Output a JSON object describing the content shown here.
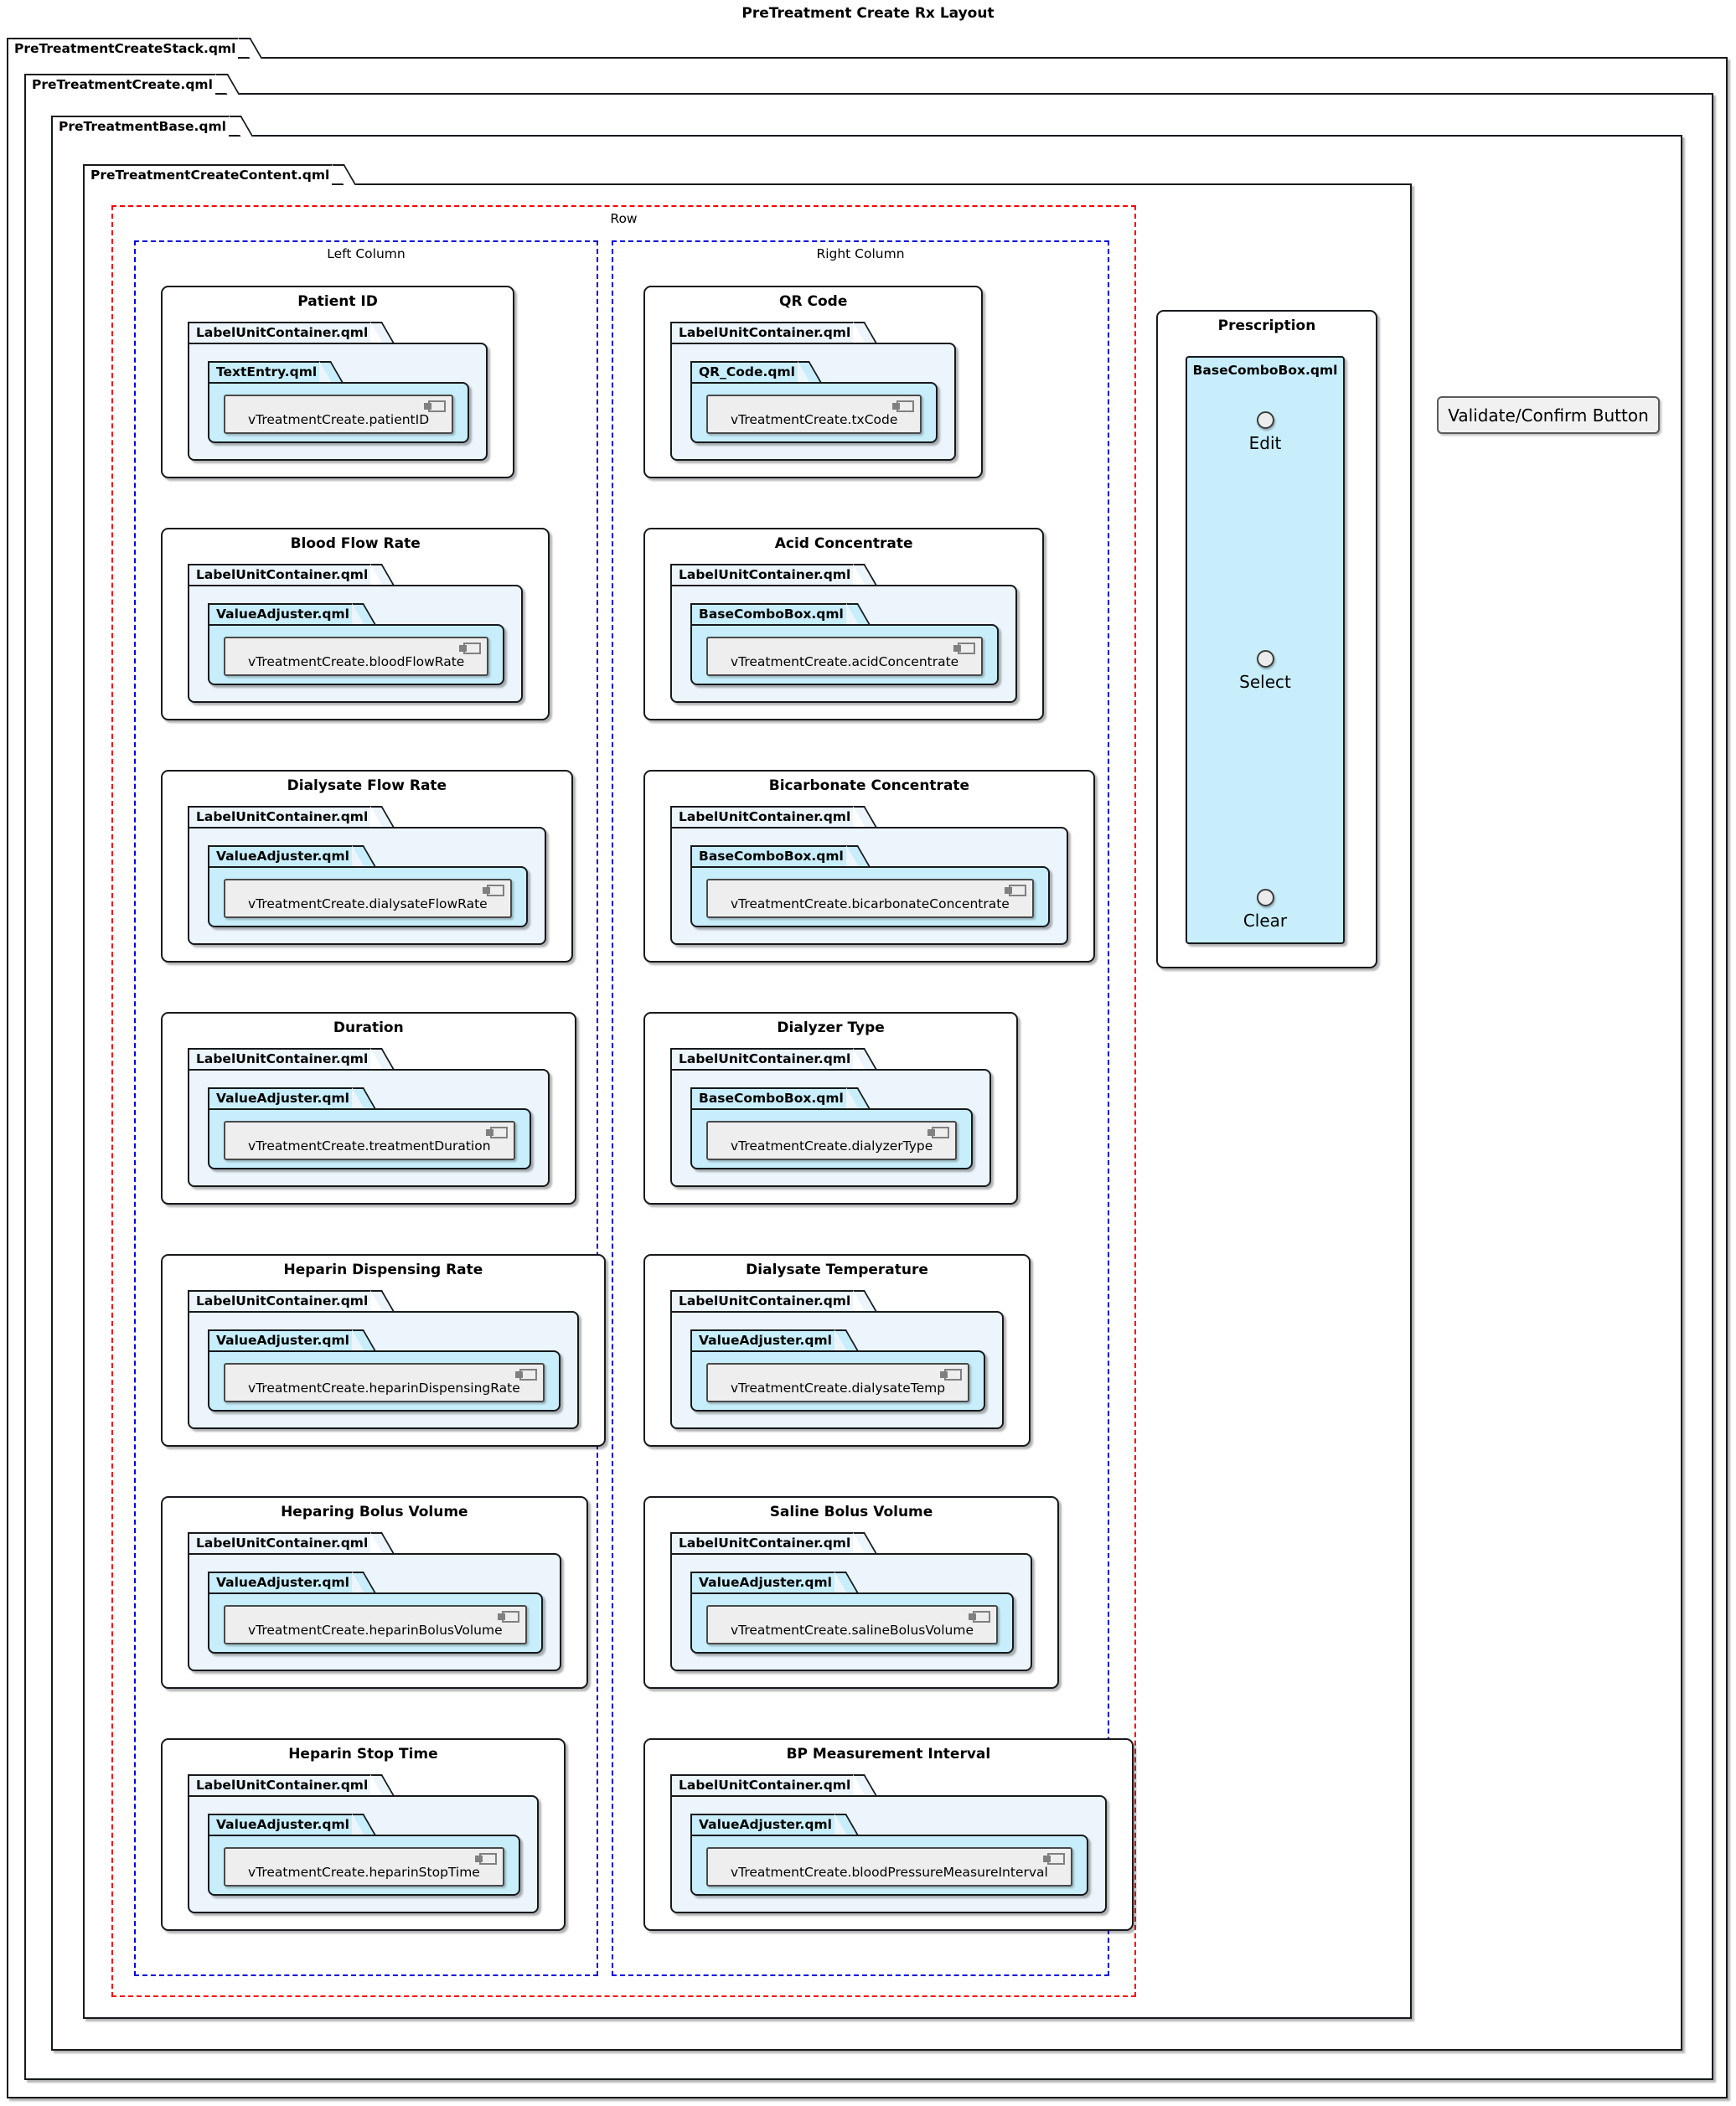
{
  "title": "PreTreatment Create Rx Layout",
  "frames": {
    "stack": "PreTreatmentCreateStack.qml",
    "create": "PreTreatmentCreate.qml",
    "base": "PreTreatmentBase.qml",
    "content": "PreTreatmentCreateContent.qml"
  },
  "row": {
    "label": "Row",
    "left_column": {
      "label": "Left Column",
      "items": [
        {
          "title": "Patient ID",
          "container": "LabelUnitContainer.qml",
          "control": "TextEntry.qml",
          "component": "vTreatmentCreate.patientID"
        },
        {
          "title": "Blood Flow Rate",
          "container": "LabelUnitContainer.qml",
          "control": "ValueAdjuster.qml",
          "component": "vTreatmentCreate.bloodFlowRate"
        },
        {
          "title": "Dialysate Flow Rate",
          "container": "LabelUnitContainer.qml",
          "control": "ValueAdjuster.qml",
          "component": "vTreatmentCreate.dialysateFlowRate"
        },
        {
          "title": "Duration",
          "container": "LabelUnitContainer.qml",
          "control": "ValueAdjuster.qml",
          "component": "vTreatmentCreate.treatmentDuration"
        },
        {
          "title": "Heparin Dispensing Rate",
          "container": "LabelUnitContainer.qml",
          "control": "ValueAdjuster.qml",
          "component": "vTreatmentCreate.heparinDispensingRate"
        },
        {
          "title": "Heparing Bolus Volume",
          "container": "LabelUnitContainer.qml",
          "control": "ValueAdjuster.qml",
          "component": "vTreatmentCreate.heparinBolusVolume"
        },
        {
          "title": "Heparin Stop Time",
          "container": "LabelUnitContainer.qml",
          "control": "ValueAdjuster.qml",
          "component": "vTreatmentCreate.heparinStopTime"
        }
      ]
    },
    "right_column": {
      "label": "Right Column",
      "items": [
        {
          "title": "QR Code",
          "container": "LabelUnitContainer.qml",
          "control": "QR_Code.qml",
          "component": "vTreatmentCreate.txCode"
        },
        {
          "title": "Acid Concentrate",
          "container": "LabelUnitContainer.qml",
          "control": "BaseComboBox.qml",
          "component": "vTreatmentCreate.acidConcentrate"
        },
        {
          "title": "Bicarbonate Concentrate",
          "container": "LabelUnitContainer.qml",
          "control": "BaseComboBox.qml",
          "component": "vTreatmentCreate.bicarbonateConcentrate"
        },
        {
          "title": "Dialyzer Type",
          "container": "LabelUnitContainer.qml",
          "control": "BaseComboBox.qml",
          "component": "vTreatmentCreate.dialyzerType"
        },
        {
          "title": "Dialysate Temperature",
          "container": "LabelUnitContainer.qml",
          "control": "ValueAdjuster.qml",
          "component": "vTreatmentCreate.dialysateTemp"
        },
        {
          "title": "Saline Bolus Volume",
          "container": "LabelUnitContainer.qml",
          "control": "ValueAdjuster.qml",
          "component": "vTreatmentCreate.salineBolusVolume"
        },
        {
          "title": "BP Measurement Interval",
          "container": "LabelUnitContainer.qml",
          "control": "ValueAdjuster.qml",
          "component": "vTreatmentCreate.bloodPressureMeasureInterval"
        }
      ]
    }
  },
  "prescription": {
    "title": "Prescription",
    "combo": "BaseComboBox.qml",
    "options": [
      "Edit",
      "Select",
      "Clear"
    ]
  },
  "validate_button": "Validate/Confirm Button",
  "colors": {
    "container-fill": "#EBF5FB",
    "control-fill": "#C7EEFA",
    "component-fill": "#EEEEEE",
    "frame-fill": "#FFFFFF",
    "border": "#16191D",
    "row-dash": "#FF0000",
    "column-dash": "#0000DD"
  }
}
